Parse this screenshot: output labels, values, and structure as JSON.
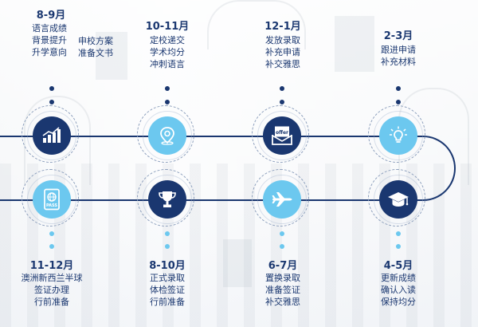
{
  "top_row": [
    {
      "period": "8-9月",
      "icon": "chart-growth-icon",
      "lines_left": [
        "语言成绩",
        "背景提升",
        "升学意向"
      ],
      "lines_right": [
        "申校方案",
        "准备文书"
      ]
    },
    {
      "period": "10-11月",
      "icon": "location-pin-icon",
      "lines": [
        "定校递交",
        "学术均分",
        "冲刺语言"
      ]
    },
    {
      "period": "12-1月",
      "icon": "offer-letter-icon",
      "icon_text": "offer",
      "lines": [
        "发放录取",
        "补充申请",
        "补交雅思"
      ]
    },
    {
      "period": "2-3月",
      "icon": "lightbulb-icon",
      "lines": [
        "跟进申请",
        "补充材料"
      ]
    }
  ],
  "bottom_row": [
    {
      "period": "11-12月",
      "icon": "passport-icon",
      "icon_text": "PASS",
      "lines": [
        "澳洲新西兰半球",
        "签证办理",
        "行前准备"
      ]
    },
    {
      "period": "8-10月",
      "icon": "trophy-icon",
      "lines": [
        "正式录取",
        "体检签证",
        "行前准备"
      ]
    },
    {
      "period": "6-7月",
      "icon": "airplane-icon",
      "lines": [
        "置换录取",
        "准备签证",
        "补交雅思"
      ]
    },
    {
      "period": "4-5月",
      "icon": "graduation-cap-icon",
      "lines": [
        "更新成绩",
        "确认入读",
        "保持均分"
      ]
    }
  ],
  "colors": {
    "navy": "#1a3770",
    "light_blue": "#6cc8ef"
  }
}
